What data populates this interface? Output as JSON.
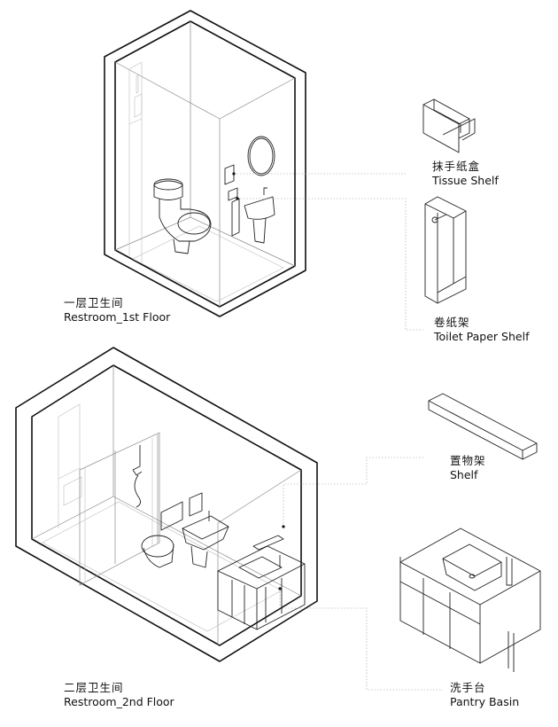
{
  "rooms": {
    "first_floor": {
      "zh": "一层卫生间",
      "en": "Restroom_1st Floor"
    },
    "second_floor": {
      "zh": "二层卫生间",
      "en": "Restroom_2nd Floor"
    }
  },
  "components": {
    "tissue_shelf": {
      "zh": "抹手纸盒",
      "en": "Tissue Shelf"
    },
    "toilet_paper_shelf": {
      "zh": "卷纸架",
      "en": "Toilet Paper Shelf"
    },
    "shelf": {
      "zh": "置物架",
      "en": "Shelf"
    },
    "pantry_basin": {
      "zh": "洗手台",
      "en": "Pantry Basin"
    }
  }
}
